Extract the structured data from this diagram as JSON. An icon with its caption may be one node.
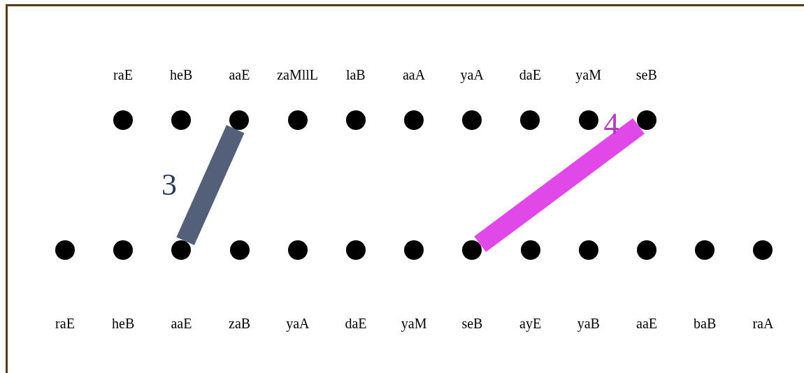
{
  "diagram": {
    "nodes": [
      {
        "text": [],
        "shape": "circle"
      },
      {
        "text": [],
        "shape": "circle"
      },
      {
        "text": [],
        "shape": "circle"
      },
      {
        "text": [],
        "shape": "circle"
      },
      {
        "text": [],
        "shape": "circle"
      },
      {
        "text": [],
        "shape": "circle"
      },
      {
        "text": [],
        "shape": "circle"
      },
      {
        "text": [],
        "shape": "circle"
      },
      {
        "text": [],
        "shape": "circle"
      },
      {
        "text": [],
        "shape": "circle"
      },
      {
        "text": [],
        "shape": "circle"
      },
      {
        "text": [],
        "shape": "circle"
      },
      {
        "text": [],
        "shape": "circle"
      },
      {
        "text": [],
        "shape": "circle"
      },
      {
        "text": [],
        "shape": "circle"
      },
      {
        "text": [],
        "shape": "circle"
      },
      {
        "text": [],
        "shape": "circle"
      },
      {
        "text": [],
        "shape": "circle"
      },
      {
        "text": [],
        "shape": "circle"
      },
      {
        "text": [],
        "shape": "circle"
      },
      {
        "text": [],
        "shape": "circle"
      },
      {
        "text": [],
        "shape": "circle"
      },
      {
        "text": [],
        "shape": "circle"
      }
    ],
    "edges": [
      {
        "from": 2,
        "to": 12,
        "arrow": "none",
        "label": "3",
        "color": "#54607a"
      },
      {
        "from": 9,
        "to": 17,
        "arrow": "none",
        "label": "4",
        "color": "#e048e8"
      }
    ],
    "labels": [
      "raE",
      "heB",
      "aaE",
      "zaMllL",
      "laB",
      "aaA",
      "yaA",
      "daE",
      "yaM",
      "seB",
      "raE",
      "heB",
      "aaE",
      "zaB",
      "yaA",
      "daE",
      "yaM",
      "seB",
      "ayE",
      "yaB",
      "aaE",
      "baB",
      "raA"
    ]
  }
}
